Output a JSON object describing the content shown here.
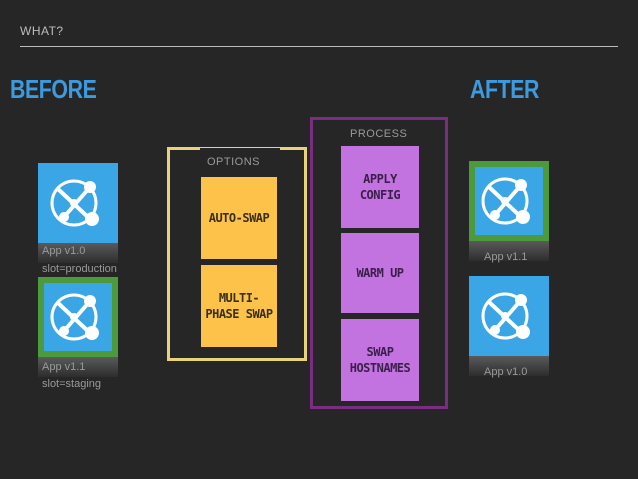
{
  "header": {
    "label": "WHAT?"
  },
  "before": {
    "heading": "BEFORE",
    "tiles": [
      {
        "name": "App v1.0",
        "slot": "slot=production",
        "frame_color": "#3aa6e6"
      },
      {
        "name": "App v1.1",
        "slot": "slot=staging",
        "frame_color": "#4c9a3c"
      }
    ]
  },
  "after": {
    "heading": "AFTER",
    "tiles": [
      {
        "name": "App v1.1",
        "frame_color": "#4c9a3c"
      },
      {
        "name": "App v1.0",
        "frame_color": "#3aa6e6"
      }
    ]
  },
  "options": {
    "title": "OPTIONS",
    "border_color": "#e8d27a",
    "items": [
      "AUTO-SWAP",
      "MULTI-\nPHASE SWAP"
    ]
  },
  "process": {
    "title": "PROCESS",
    "border_color": "#7b2d82",
    "items": [
      "APPLY\nCONFIG",
      "WARM UP",
      "SWAP\nHOSTNAMES"
    ]
  },
  "colors": {
    "background": "#262626",
    "heading": "#3c9be0",
    "tile_blue": "#3aa6e6",
    "card_yellow": "#fcc24a",
    "card_purple": "#c373e0"
  },
  "icons": {
    "app_service": "app-service-icon"
  }
}
